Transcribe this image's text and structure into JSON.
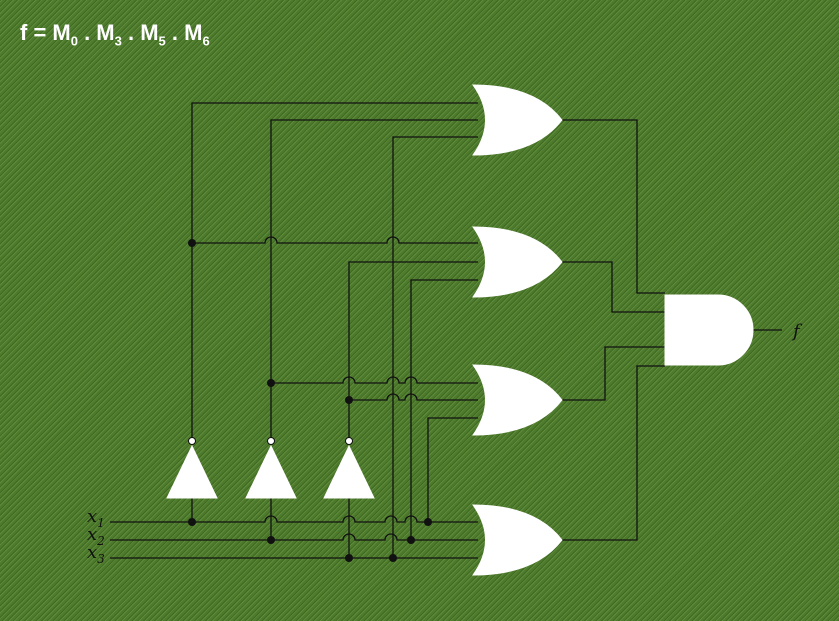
{
  "title": {
    "prefix": "f = M",
    "terms": [
      {
        "sub": "0",
        "sep": " . M"
      },
      {
        "sub": "3",
        "sep": " . M"
      },
      {
        "sub": "5",
        "sep": " . M"
      },
      {
        "sub": "6",
        "sep": ""
      }
    ]
  },
  "inputs": [
    {
      "name": "x",
      "sub": "1"
    },
    {
      "name": "x",
      "sub": "2"
    },
    {
      "name": "x",
      "sub": "3"
    }
  ],
  "output_label": "f",
  "colors": {
    "background": "#4d7a2c",
    "wire": "#111111",
    "gate": "#ffffff"
  }
}
